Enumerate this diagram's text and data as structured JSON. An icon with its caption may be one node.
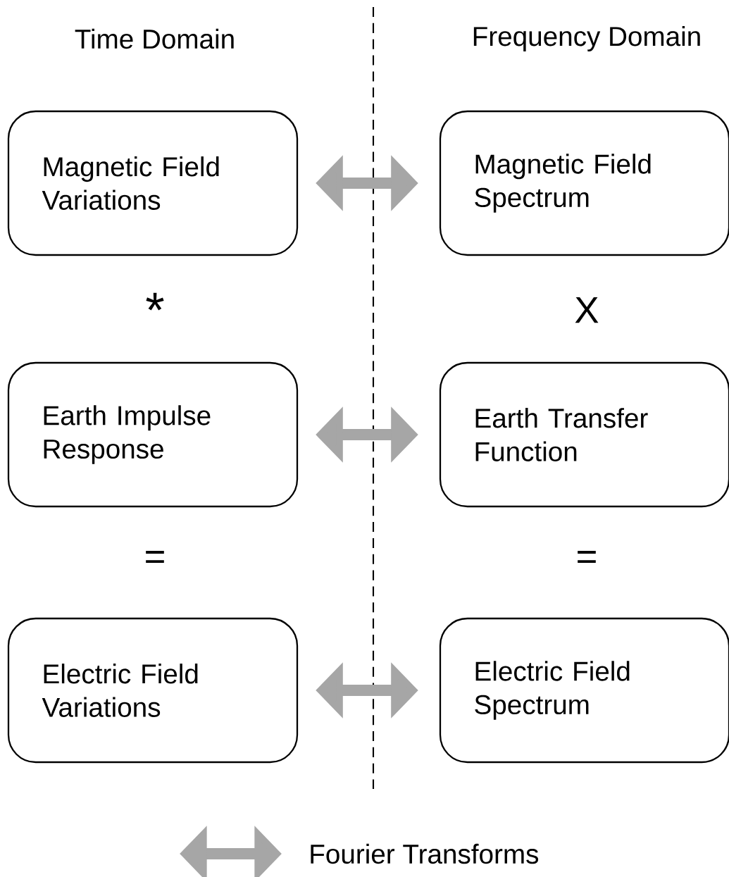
{
  "diagram": {
    "nodes": [
      {
        "text": [
          "Magnetic Field Variations"
        ]
      },
      {
        "text": [
          "Magnetic Field Spectrum"
        ]
      },
      {
        "text": [
          "Earth Impulse Response"
        ]
      },
      {
        "text": [
          "Earth Transfer Function"
        ]
      },
      {
        "text": [
          "Electric Field Variations"
        ]
      },
      {
        "text": [
          "Electric Field Spectrum"
        ]
      }
    ],
    "edges": [
      {
        "from": 0,
        "to": 1,
        "arrow": "both"
      },
      {
        "from": 2,
        "to": 3,
        "arrow": "both"
      },
      {
        "from": 4,
        "to": 5,
        "arrow": "both"
      }
    ],
    "labels": [
      "Time Domain",
      "Frequency Domain",
      "*",
      "X",
      "=",
      "="
    ],
    "legend": [
      {
        "text": "Fourier Transforms"
      }
    ]
  }
}
